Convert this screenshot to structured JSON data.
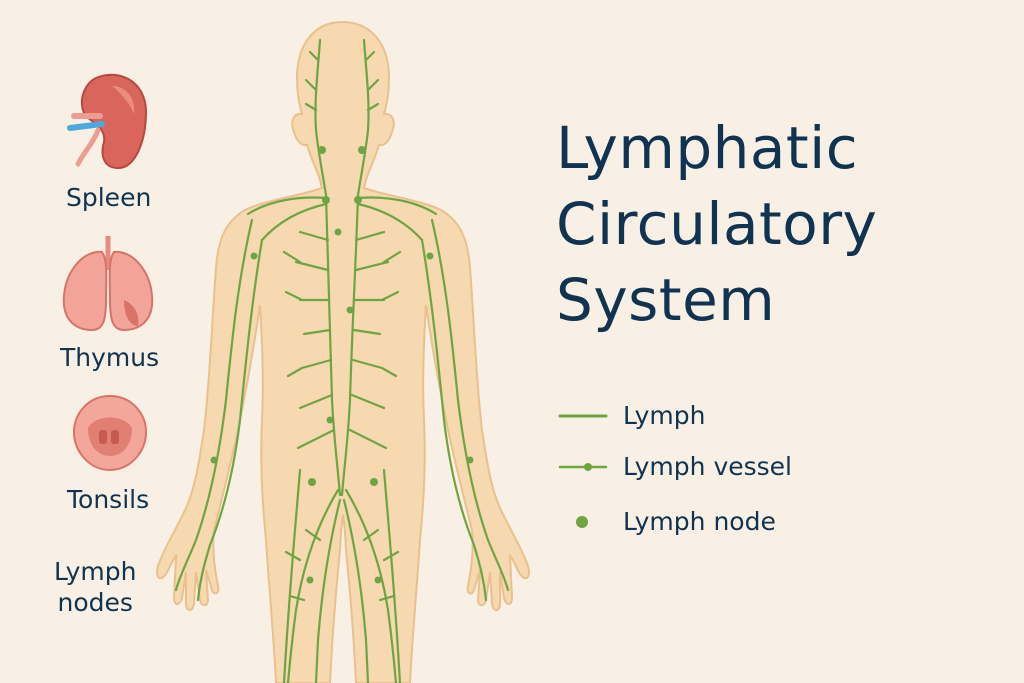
{
  "title": {
    "line1": "Lymphatic",
    "line2": "Circulatory",
    "line3": "System"
  },
  "organs": [
    {
      "label": "Spleen",
      "icon": "spleen-icon"
    },
    {
      "label": "Thymus",
      "icon": "thymus-icon"
    },
    {
      "label": "Tonsils",
      "icon": "tonsils-icon"
    },
    {
      "label_line1": "Lymph",
      "label_line2": "nodes"
    }
  ],
  "legend": [
    {
      "label": "Lymph",
      "icon": "line-icon"
    },
    {
      "label": "Lymph vessel",
      "icon": "vessel-icon"
    },
    {
      "label": "Lymph node",
      "icon": "node-dot-icon"
    }
  ],
  "colors": {
    "background": "#f8f0e4",
    "body_fill": "#f6d9b0",
    "body_outline": "#e9c08e",
    "lymph_green": "#6fa443",
    "text_navy": "#0f3350",
    "organ_red": "#d9665a",
    "organ_pink": "#ee9c90",
    "vessel_blue": "#4aa9e0"
  }
}
